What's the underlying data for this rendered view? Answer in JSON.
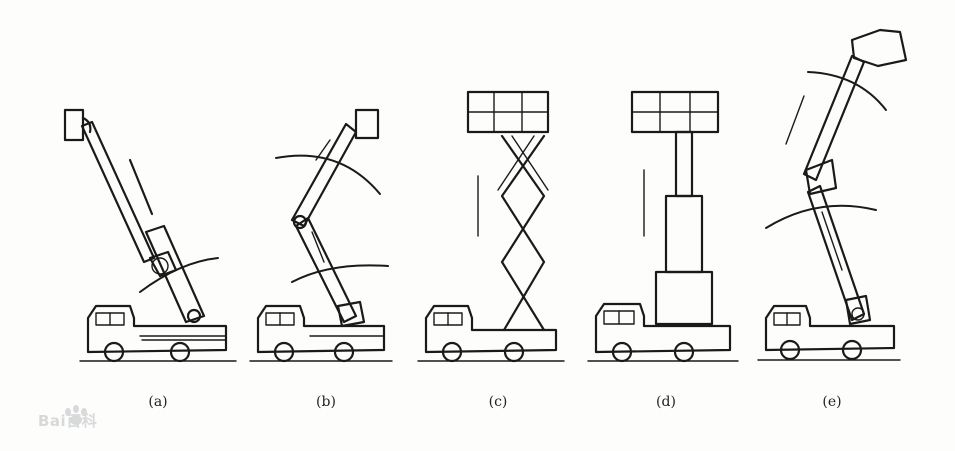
{
  "figure": {
    "panels": [
      {
        "id": "a",
        "caption": "(a)",
        "kind": "telescopic-boom"
      },
      {
        "id": "b",
        "caption": "(b)",
        "kind": "folding-boom"
      },
      {
        "id": "c",
        "caption": "(c)",
        "kind": "scissor-lift"
      },
      {
        "id": "d",
        "caption": "(d)",
        "kind": "vertical-mast"
      },
      {
        "id": "e",
        "caption": "(e)",
        "kind": "articulated-telescopic-boom"
      }
    ]
  },
  "watermark": {
    "text": "Bai百科",
    "icon": "baidu-paw-icon"
  },
  "colors": {
    "ink": "#1a1a1a",
    "paper": "#fdfdfb",
    "watermark": "#9aa0a6"
  }
}
